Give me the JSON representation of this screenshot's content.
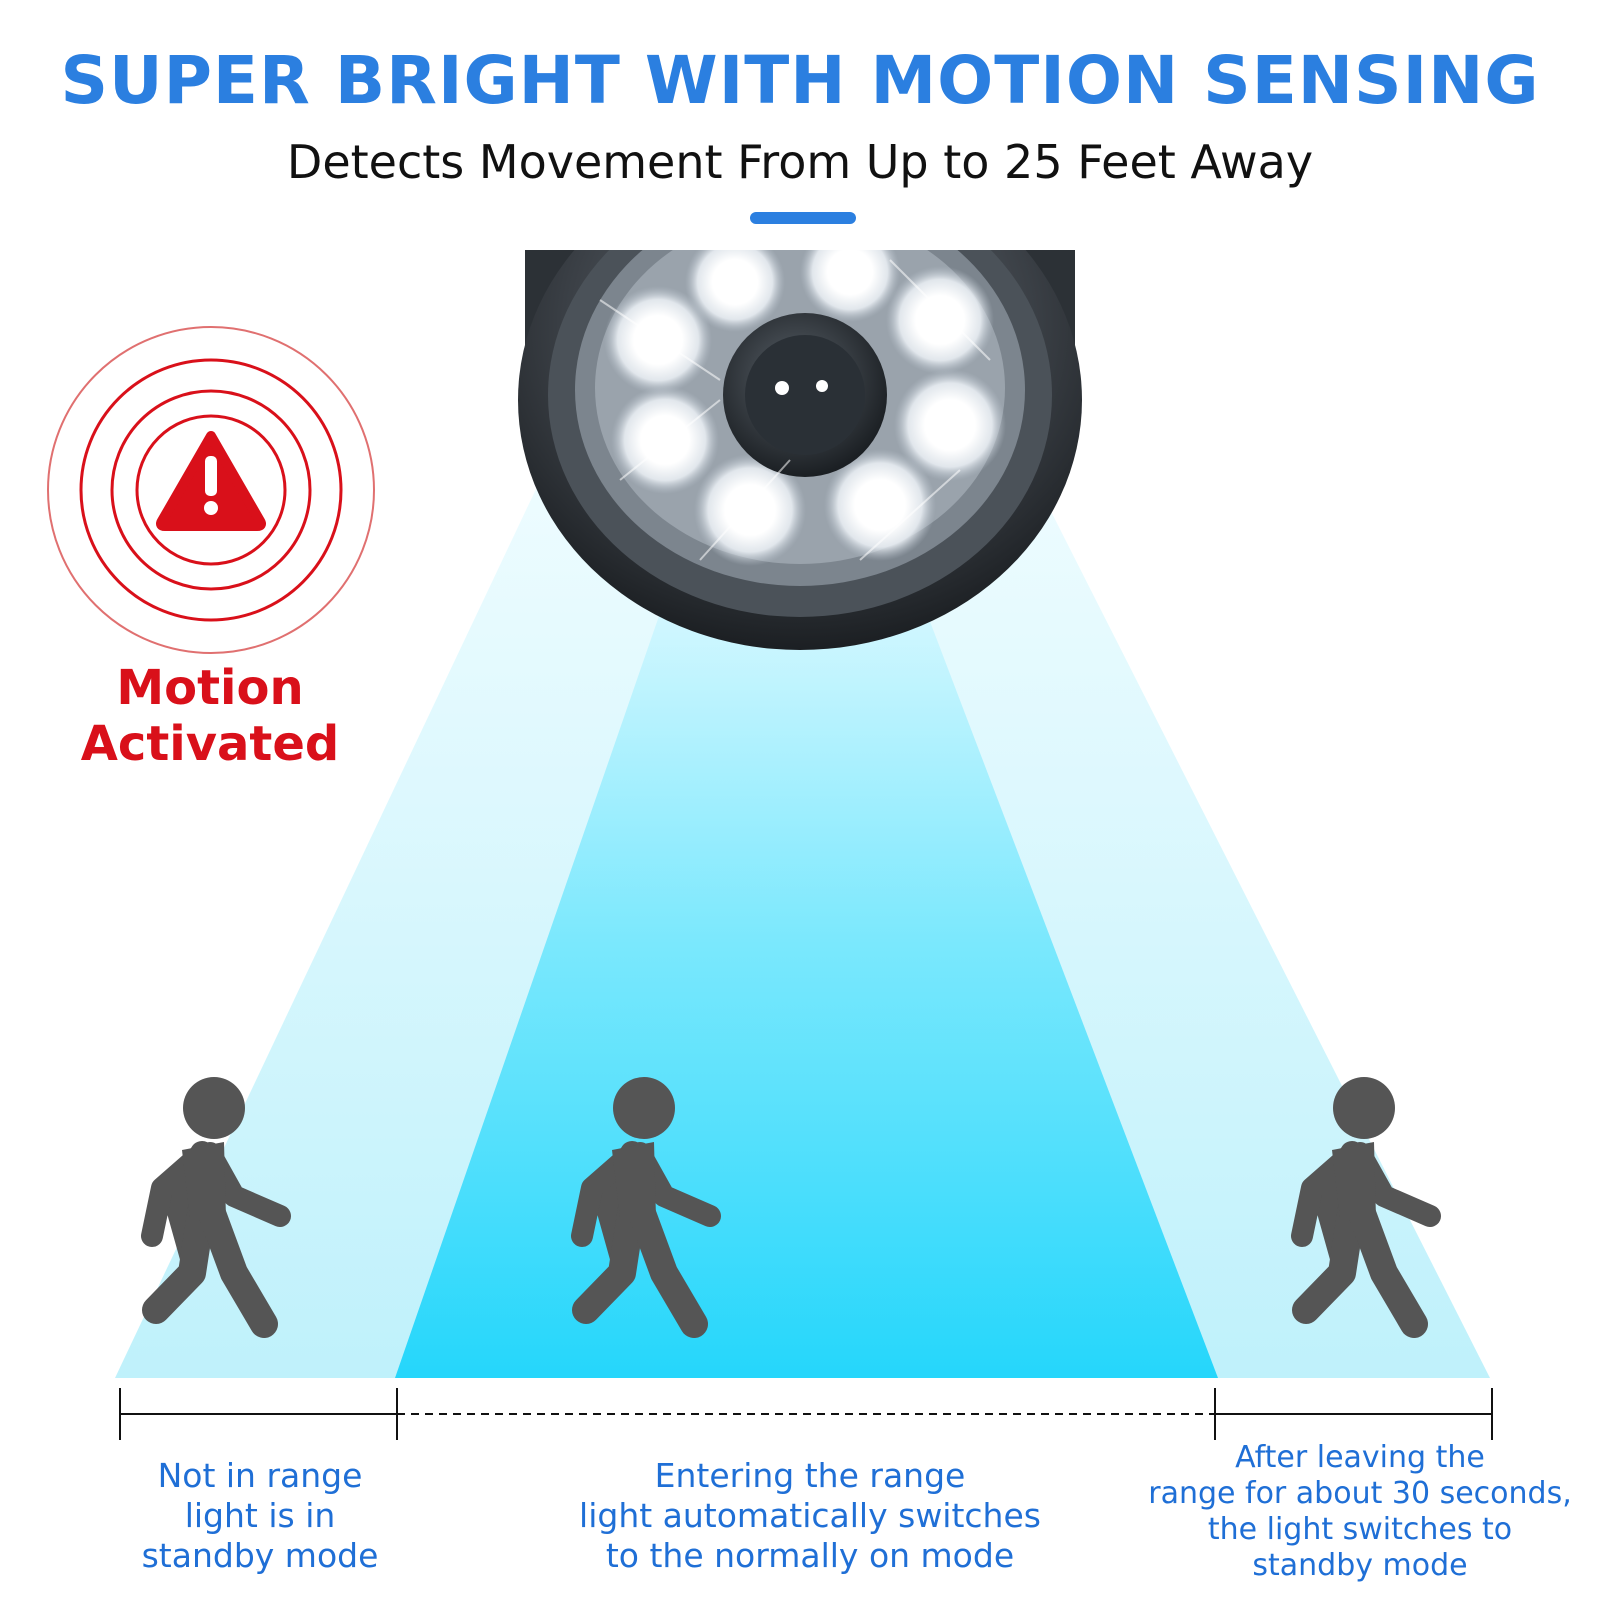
{
  "header": {
    "title": "SUPER BRIGHT WITH MOTION SENSING",
    "subtitle": "Detects Movement From Up to 25 Feet Away"
  },
  "badge": {
    "lines": [
      "Motion",
      "Activated"
    ],
    "icon": "warning-icon",
    "color": "#d9101a"
  },
  "captions": {
    "left": [
      "Not in range",
      "light is in",
      "standby mode"
    ],
    "middle": [
      "Entering the range",
      "light automatically switches",
      "to the normally on mode"
    ],
    "right": [
      "After leaving the",
      "range for about 30 seconds,",
      "the light switches to",
      "standby mode"
    ]
  },
  "colors": {
    "accent": "#2b7fe0",
    "beam_outer": "#c6f3fb",
    "beam_inner": "#2ed6fb",
    "figure": "#555555"
  }
}
